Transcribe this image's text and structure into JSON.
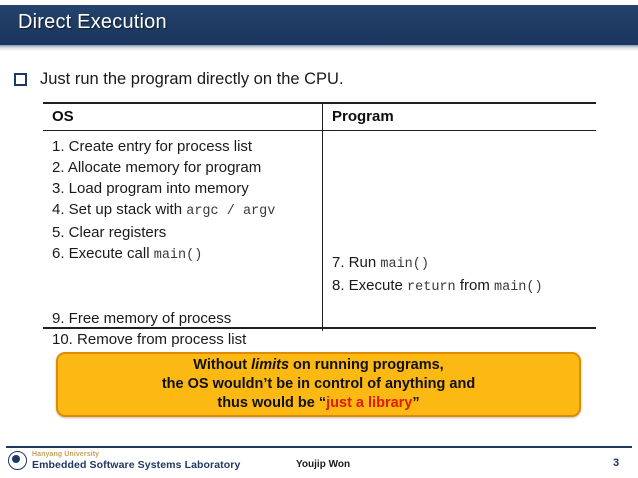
{
  "slide": {
    "title": "Direct Execution",
    "bullet": {
      "marker": "square-bullet",
      "text": "Just run the program directly on the CPU."
    }
  },
  "table": {
    "headers": {
      "os": "OS",
      "program": "Program"
    },
    "os_steps": [
      "1. Create entry for process list",
      "2. Allocate memory for program",
      "3. Load program into memory",
      "4. Set up stack with argc / argv",
      "5. Clear registers",
      "6. Execute call main()",
      "9. Free memory of process",
      "10. Remove from process list"
    ],
    "os_rows": [
      {
        "prefix": "1. Create entry for process list",
        "code": "",
        "suffix": ""
      },
      {
        "prefix": "2. Allocate memory for program",
        "code": "",
        "suffix": ""
      },
      {
        "prefix": "3. Load program into memory",
        "code": "",
        "suffix": ""
      },
      {
        "prefix": "4. Set up stack with ",
        "code": "argc / argv",
        "suffix": ""
      },
      {
        "prefix": "5. Clear registers",
        "code": "",
        "suffix": ""
      },
      {
        "prefix": "6. Execute call ",
        "code": "main()",
        "suffix": ""
      },
      {
        "prefix": "9. Free memory of process",
        "code": "",
        "suffix": ""
      },
      {
        "prefix": "10. Remove from process list",
        "code": "",
        "suffix": ""
      }
    ],
    "program_rows": [
      {
        "prefix": "7. Run ",
        "code": "main()",
        "mid": "",
        "code2": "",
        "suffix": ""
      },
      {
        "prefix": "8. Execute ",
        "code": "return",
        "mid": " from ",
        "code2": "main()",
        "suffix": ""
      }
    ],
    "os_row4_prefix": "4. Set up stack with ",
    "os_row4_code": "argc / argv",
    "os_row6_prefix": "6. Execute call ",
    "os_row6_code": "main()",
    "prog_row7_prefix": "7. Run ",
    "prog_row7_code": "main()",
    "prog_row8_prefix": "8. Execute ",
    "prog_row8_code1": "return",
    "prog_row8_mid": " from ",
    "prog_row8_code2": "main()"
  },
  "callout": {
    "line1_a": "Without ",
    "line1_italic": "limits",
    "line1_b": " on running programs,",
    "line2": "the OS wouldn’t be in control of anything and",
    "line3_a": "thus would be “",
    "line3_red": "just a library",
    "line3_b": "”"
  },
  "footer": {
    "university": "Hanyang University",
    "laboratory": "Embedded Software Systems Laboratory",
    "author": "Youjip Won",
    "page_number": "3"
  },
  "colors": {
    "title_bar": "#1d3a61",
    "navy": "#1f3864",
    "callout_bg": "#fcb813",
    "callout_border": "#e08a00",
    "accent_red": "#e01b00",
    "logo_gold": "#c8a15a"
  }
}
